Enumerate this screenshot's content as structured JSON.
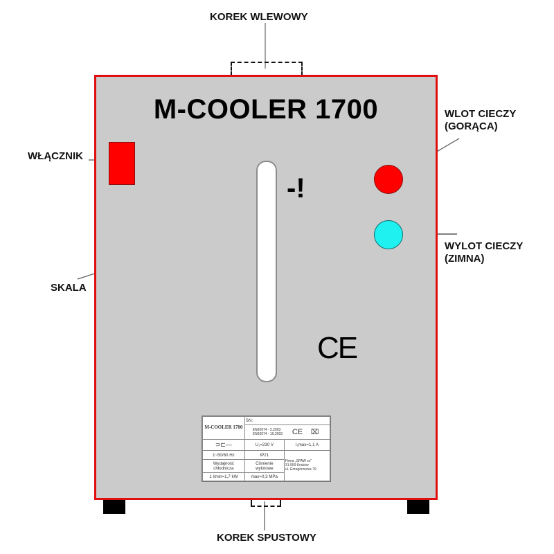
{
  "diagram": {
    "title": "M-COOLER 1700",
    "warning_symbol": "-!",
    "ce_mark": "CE",
    "callouts": {
      "filler_cap": "KOREK WLEWOWY",
      "power_switch": "WŁĄCZNIK",
      "inlet_line1": "WLOT CIECZY",
      "inlet_line2": "(GORĄCA)",
      "outlet_line1": "WYLOT CIECZY",
      "outlet_line2": "(ZIMNA)",
      "scale": "SKALA",
      "drain_cap": "KOREK SPUSTOWY"
    },
    "colors": {
      "body_fill": "#cbcbcb",
      "body_border": "#e01010",
      "switch": "#ff0000",
      "hot_port": "#ff0000",
      "cold_port": "#1ff0f0",
      "feet": "#000000"
    },
    "rating_plate": {
      "model": "M-COOLER 1700",
      "sn_label": "SN:",
      "standard_1": "EN60974 - 2.2003",
      "standard_2": "EN60974 - 10.2003",
      "ce": "CE",
      "weee_icon": "crossed-bin",
      "plug_icon": "plug",
      "voltage": "U₁=230 V",
      "current": "I₁max=1,1 A",
      "frequency": "1~50/60 Hz",
      "ip_rating": "IP21",
      "cooling_label": "Wydajność chłodnicza",
      "pressure_label_1": "Ciśnienie",
      "pressure_label_2": "wylotowe",
      "company_1": "Firma „SPAW sc\"",
      "company_2": "31-559 Kraków",
      "company_3": "ul. Grzegórzecka 79",
      "cooling_value": "1 l/min=1,7 kW",
      "pressure_value": "max=0,3 MPa"
    }
  }
}
